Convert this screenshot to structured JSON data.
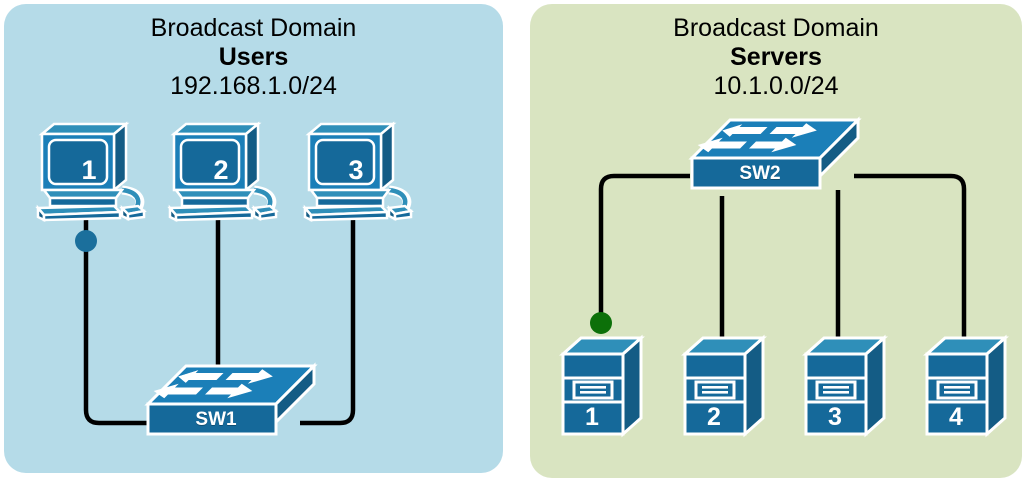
{
  "diagram": {
    "title_note": "Two broadcast domains connected devices diagram",
    "colors": {
      "panel_users_bg": "#b5dbe8",
      "panel_servers_bg": "#d9e4c1",
      "device_blue_top": "#1b7fb8",
      "device_blue_front": "#15699a",
      "device_blue_side": "#145c85",
      "cable": "#000000",
      "dot_users": "#1b6f9c",
      "dot_servers": "#0c7009",
      "text": "#000000",
      "device_label": "#ffffff"
    },
    "panels": [
      {
        "id": "users",
        "title_line1": "Broadcast Domain",
        "title_line2": "Users",
        "title_line3": "192.168.1.0/24",
        "switch": {
          "label": "SW1"
        },
        "hosts": [
          {
            "type": "pc",
            "label": "1"
          },
          {
            "type": "pc",
            "label": "2"
          },
          {
            "type": "pc",
            "label": "3"
          }
        ],
        "marker_dot": {
          "color": "#1b6f9c",
          "on_link_from": "1",
          "to": "SW1"
        }
      },
      {
        "id": "servers",
        "title_line1": "Broadcast Domain",
        "title_line2": "Servers",
        "title_line3": "10.1.0.0/24",
        "switch": {
          "label": "SW2"
        },
        "hosts": [
          {
            "type": "server",
            "label": "1"
          },
          {
            "type": "server",
            "label": "2"
          },
          {
            "type": "server",
            "label": "3"
          },
          {
            "type": "server",
            "label": "4"
          }
        ],
        "marker_dot": {
          "color": "#0c7009",
          "on_link_from": "1",
          "to": "SW2"
        }
      }
    ],
    "links": [
      {
        "from": "PC1",
        "to": "SW1"
      },
      {
        "from": "PC2",
        "to": "SW1"
      },
      {
        "from": "PC3",
        "to": "SW1"
      },
      {
        "from": "Server1",
        "to": "SW2"
      },
      {
        "from": "Server2",
        "to": "SW2"
      },
      {
        "from": "Server3",
        "to": "SW2"
      },
      {
        "from": "Server4",
        "to": "SW2"
      }
    ]
  }
}
